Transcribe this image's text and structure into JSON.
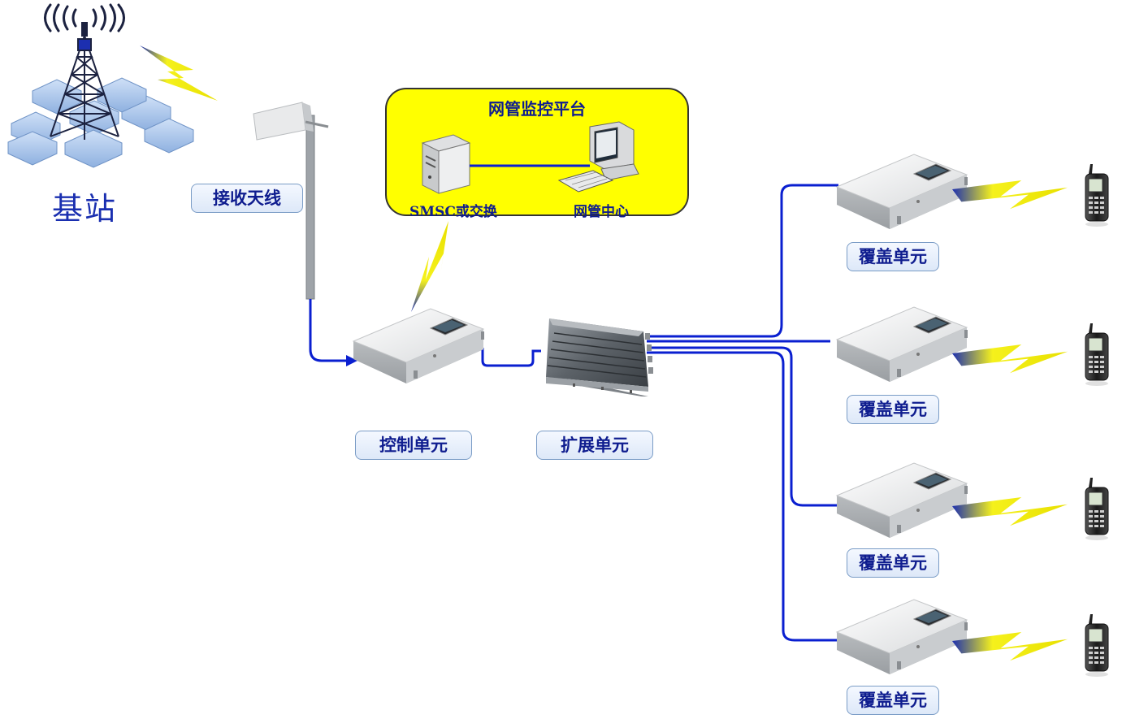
{
  "base_station": {
    "label": "基站",
    "icon": "cell-tower-icon"
  },
  "antenna": {
    "label": "接收天线",
    "icon": "panel-antenna-icon"
  },
  "platform": {
    "title": "网管监控平台",
    "server_label": "SMSC或交换",
    "nms_label": "网管中心",
    "background": "#ffff00"
  },
  "control_unit": {
    "label": "控制单元"
  },
  "expansion_unit": {
    "label": "扩展单元"
  },
  "coverage_units": [
    {
      "label": "覆盖单元"
    },
    {
      "label": "覆盖单元"
    },
    {
      "label": "覆盖单元"
    },
    {
      "label": "覆盖单元"
    }
  ],
  "colors": {
    "link": "#0a1fd0",
    "label_text": "#0f1d8f",
    "lightning": "#f2ec1a"
  }
}
